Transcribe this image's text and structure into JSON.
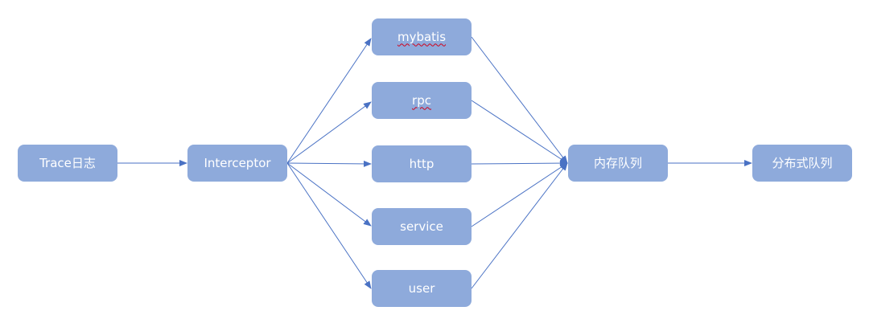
{
  "colors": {
    "node_fill": "#8eaadb",
    "node_text": "#ffffff",
    "edge": "#4a72c4",
    "spellcheck_underline": "#d0021b"
  },
  "nodes": {
    "trace": {
      "label": "Trace日志"
    },
    "interceptor": {
      "label": "Interceptor"
    },
    "mybatis": {
      "label": "mybatis"
    },
    "rpc": {
      "label": "rpc"
    },
    "http": {
      "label": "http"
    },
    "service": {
      "label": "service"
    },
    "user": {
      "label": "user"
    },
    "memory_queue": {
      "label": "内存队列"
    },
    "distributed_queue": {
      "label": "分布式队列"
    }
  },
  "edges": [
    {
      "from": "trace",
      "to": "interceptor"
    },
    {
      "from": "interceptor",
      "to": "mybatis"
    },
    {
      "from": "interceptor",
      "to": "rpc"
    },
    {
      "from": "interceptor",
      "to": "http"
    },
    {
      "from": "interceptor",
      "to": "service"
    },
    {
      "from": "interceptor",
      "to": "user"
    },
    {
      "from": "mybatis",
      "to": "memory_queue"
    },
    {
      "from": "rpc",
      "to": "memory_queue"
    },
    {
      "from": "http",
      "to": "memory_queue"
    },
    {
      "from": "service",
      "to": "memory_queue"
    },
    {
      "from": "user",
      "to": "memory_queue"
    },
    {
      "from": "memory_queue",
      "to": "distributed_queue"
    }
  ]
}
